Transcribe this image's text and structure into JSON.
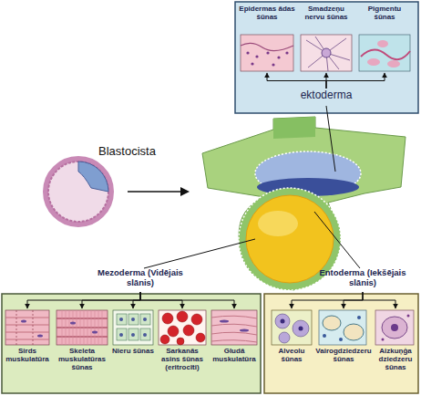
{
  "diagram": {
    "nodes": [
      {
        "text": [
          "Epidermas ādas šūnas"
        ]
      },
      {
        "text": [
          "Smadzeņu nervu šūnas"
        ]
      },
      {
        "text": [
          "Pigmentu šūnas"
        ]
      },
      {
        "text": [
          "ektoderma"
        ]
      },
      {
        "text": [
          "Mezoderma (Vidējais slānis)"
        ]
      },
      {
        "text": [
          "Sirds muskulatūra"
        ]
      },
      {
        "text": [
          "Skeleta muskulatūras šūnas"
        ]
      },
      {
        "text": [
          "Nieru šūnas"
        ]
      },
      {
        "text": [
          "Sarkanās asins šūnas (eritrocīti)"
        ]
      },
      {
        "text": [
          "Gludā muskulatūra"
        ]
      },
      {
        "text": [
          "Entoderma (Iekšējais slānis)"
        ]
      },
      {
        "text": [
          "Alveolu šūnas"
        ]
      },
      {
        "text": [
          "Vairogdziedzeru šūnas"
        ]
      },
      {
        "text": [
          "Aizkuņģa dziedzeru šūnas"
        ]
      }
    ],
    "edges": [
      {
        "from": 3,
        "to": 0,
        "arrow": "to"
      },
      {
        "from": 3,
        "to": 1,
        "arrow": "to"
      },
      {
        "from": 3,
        "to": 2,
        "arrow": "to"
      },
      {
        "from": 4,
        "to": 5,
        "arrow": "to"
      },
      {
        "from": 4,
        "to": 6,
        "arrow": "to"
      },
      {
        "from": 4,
        "to": 7,
        "arrow": "to"
      },
      {
        "from": 4,
        "to": 8,
        "arrow": "to"
      },
      {
        "from": 4,
        "to": 9,
        "arrow": "to"
      },
      {
        "from": 10,
        "to": 11,
        "arrow": "to"
      },
      {
        "from": 10,
        "to": 12,
        "arrow": "to"
      },
      {
        "from": 10,
        "to": 13,
        "arrow": "to"
      }
    ],
    "labels": [
      "Blastocista"
    ]
  }
}
